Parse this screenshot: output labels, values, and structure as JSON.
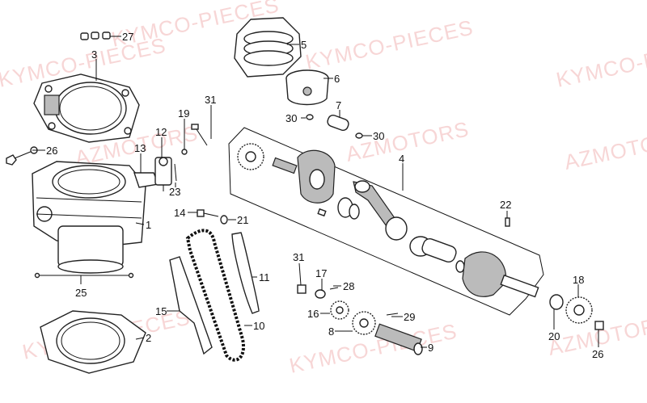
{
  "watermarks": [
    {
      "text": "KYMCO-PIECES"
    },
    {
      "text": "KYMCO-PIECES"
    },
    {
      "text": "KYMCO-PIECES"
    },
    {
      "text": "KYMCO-PIECES"
    },
    {
      "text": "KYMCO-PIECES"
    },
    {
      "text": "KYMCO-PIECES"
    },
    {
      "text": "AZMOTORS"
    },
    {
      "text": "AZMOTORS"
    },
    {
      "text": "AZMOTORS"
    },
    {
      "text": "AZMOTORS"
    }
  ],
  "callouts": [
    "1",
    "2",
    "3",
    "4",
    "5",
    "6",
    "7",
    "8",
    "9",
    "10",
    "11",
    "12",
    "13",
    "14",
    "15",
    "16",
    "17",
    "18",
    "19",
    "20",
    "21",
    "22",
    "23",
    "25",
    "26",
    "26",
    "27",
    "28",
    "29",
    "30",
    "30",
    "31",
    "31"
  ],
  "colors": {
    "watermark": "#f2b5b5",
    "line": "#111111",
    "part_fill": "#ffffff",
    "part_shade": "#bbbbbb"
  }
}
